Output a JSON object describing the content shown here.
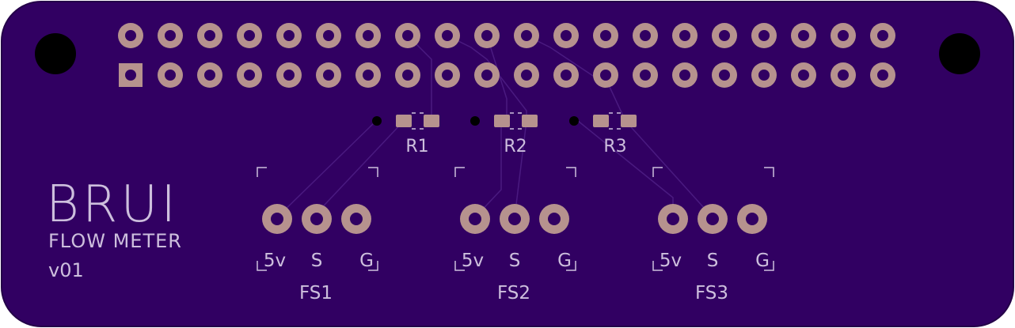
{
  "board": {
    "title": "BRUI",
    "subtitle": "FLOW METER",
    "version": "v01",
    "colors": {
      "board": "#310062",
      "board_edge": "#240048",
      "pad": "#b6928e",
      "hole": "#000000",
      "silk": "#cdbfdd",
      "trace": "#4a1a80"
    }
  },
  "resistors": [
    {
      "label": "R1"
    },
    {
      "label": "R2"
    },
    {
      "label": "R3"
    }
  ],
  "connectors": [
    {
      "label": "FS1",
      "pins": [
        "5v",
        "S",
        "G"
      ]
    },
    {
      "label": "FS2",
      "pins": [
        "5v",
        "S",
        "G"
      ]
    },
    {
      "label": "FS3",
      "pins": [
        "5v",
        "S",
        "G"
      ]
    }
  ],
  "header": {
    "rows": 2,
    "columns": 20
  }
}
